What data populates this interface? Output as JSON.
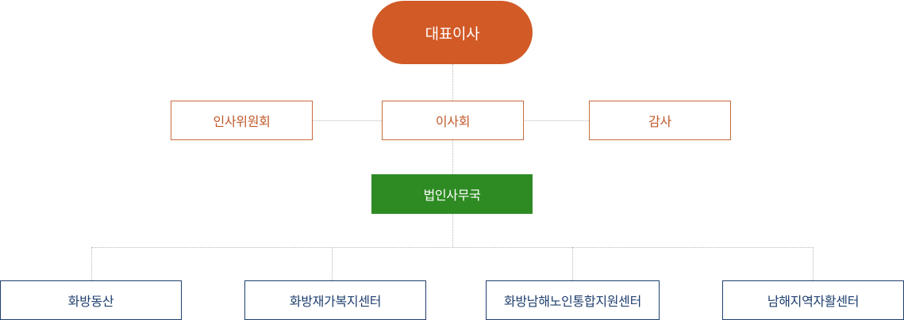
{
  "org_chart": {
    "top": {
      "label": "대표이사"
    },
    "committees": [
      {
        "label": "인사위원회"
      },
      {
        "label": "이사회"
      },
      {
        "label": "감사"
      }
    ],
    "office": {
      "label": "법인사무국"
    },
    "facilities": [
      {
        "label": "화방동산"
      },
      {
        "label": "화방재가복지센터"
      },
      {
        "label": "화방남해노인통합지원센터"
      },
      {
        "label": "남해지역자활센터"
      }
    ],
    "colors": {
      "top_fill": "#d15a27",
      "committee_border": "#c96b3f",
      "committee_text": "#c0582b",
      "office_fill": "#2e8b23",
      "facility_border": "#1f3f6e",
      "connector": "#b9b9b9"
    }
  }
}
